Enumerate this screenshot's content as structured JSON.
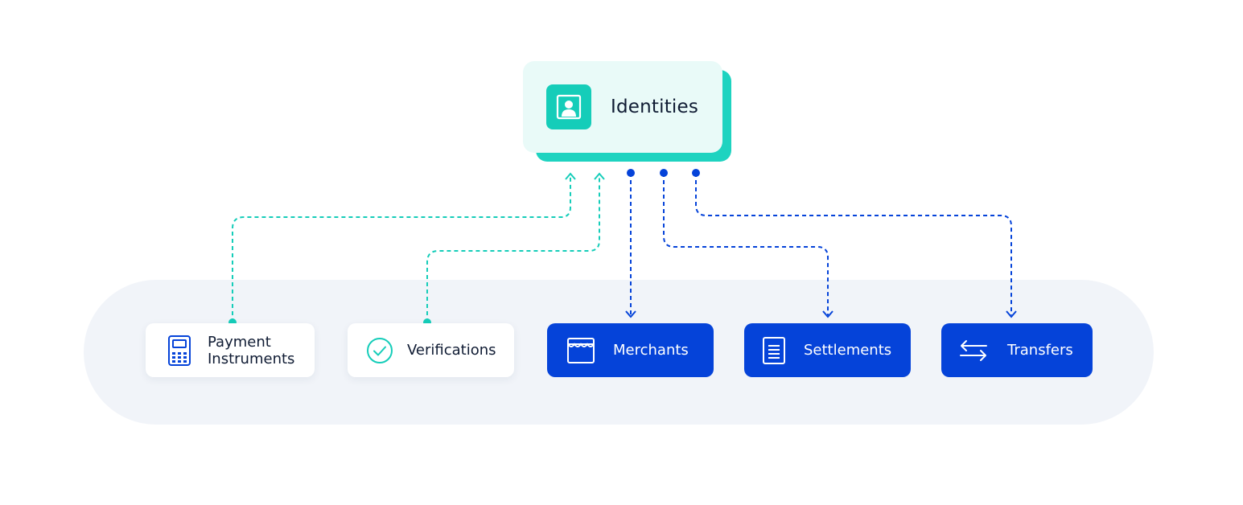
{
  "central_node": {
    "label": "Identities",
    "icon": "user-portrait-icon"
  },
  "nodes": [
    {
      "id": "payment-instruments",
      "label_lines": [
        "Payment",
        "Instruments"
      ],
      "icon": "card-terminal-icon",
      "style": "light",
      "direction": "to-identities"
    },
    {
      "id": "verifications",
      "label": "Verifications",
      "icon": "check-circle-icon",
      "style": "light",
      "direction": "to-identities"
    },
    {
      "id": "merchants",
      "label": "Merchants",
      "icon": "storefront-icon",
      "style": "dark",
      "direction": "from-identities"
    },
    {
      "id": "settlements",
      "label": "Settlements",
      "icon": "document-icon",
      "style": "dark",
      "direction": "from-identities"
    },
    {
      "id": "transfers",
      "label": "Transfers",
      "icon": "swap-arrows-icon",
      "style": "dark",
      "direction": "from-identities"
    }
  ],
  "colors": {
    "teal": "#15cdb9",
    "teal_shadow": "#1ed3c0",
    "identity_bg": "#e9faf8",
    "blue": "#0543d9",
    "platform_bg": "#f1f4f9",
    "text_dark": "#0f1b33"
  }
}
